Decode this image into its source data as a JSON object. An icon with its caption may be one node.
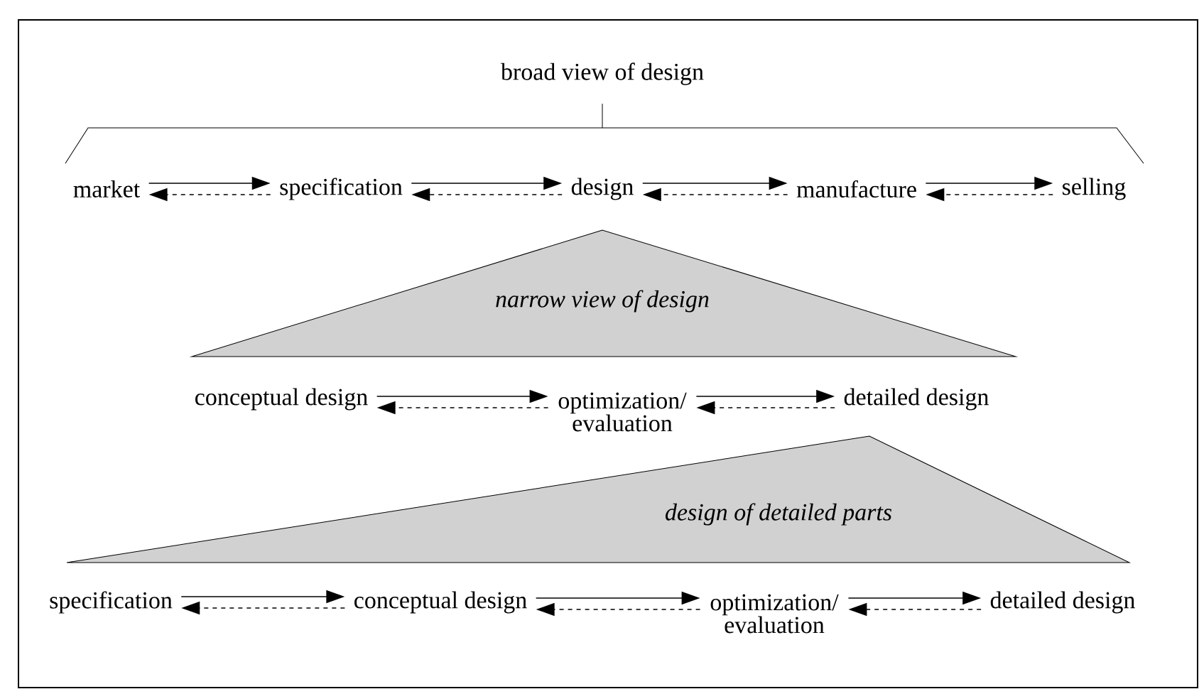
{
  "diagram": {
    "nodes": [
      {
        "text": [
          "market"
        ]
      },
      {
        "text": [
          "specification"
        ]
      },
      {
        "text": [
          "design"
        ]
      },
      {
        "text": [
          "manufacture"
        ]
      },
      {
        "text": [
          "selling"
        ]
      },
      {
        "text": [
          "narrow view of design"
        ]
      },
      {
        "text": [
          "conceptual design"
        ]
      },
      {
        "text": [
          "optimization/ evaluation"
        ]
      },
      {
        "text": [
          "detailed design"
        ]
      },
      {
        "text": [
          "design of detailed parts"
        ]
      },
      {
        "text": [
          "specification"
        ]
      },
      {
        "text": [
          "conceptual design"
        ]
      },
      {
        "text": [
          "optimization/ evaluation"
        ]
      },
      {
        "text": [
          "detailed design"
        ]
      }
    ],
    "edges": [
      {
        "from": 0,
        "to": 1,
        "arrow": "to"
      },
      {
        "from": 1,
        "to": 0,
        "arrow": "to",
        "style": "dashed"
      },
      {
        "from": 1,
        "to": 2,
        "arrow": "to"
      },
      {
        "from": 2,
        "to": 1,
        "arrow": "to",
        "style": "dashed"
      },
      {
        "from": 2,
        "to": 3,
        "arrow": "to"
      },
      {
        "from": 3,
        "to": 2,
        "arrow": "to",
        "style": "dashed"
      },
      {
        "from": 3,
        "to": 4,
        "arrow": "to"
      },
      {
        "from": 4,
        "to": 3,
        "arrow": "to",
        "style": "dashed"
      },
      {
        "from": 6,
        "to": 7,
        "arrow": "to"
      },
      {
        "from": 7,
        "to": 6,
        "arrow": "to",
        "style": "dashed"
      },
      {
        "from": 7,
        "to": 8,
        "arrow": "to"
      },
      {
        "from": 8,
        "to": 7,
        "arrow": "to",
        "style": "dashed"
      },
      {
        "from": 10,
        "to": 11,
        "arrow": "to"
      },
      {
        "from": 11,
        "to": 10,
        "arrow": "to",
        "style": "dashed"
      },
      {
        "from": 11,
        "to": 12,
        "arrow": "to"
      },
      {
        "from": 12,
        "to": 11,
        "arrow": "to",
        "style": "dashed"
      },
      {
        "from": 12,
        "to": 13,
        "arrow": "to"
      },
      {
        "from": 13,
        "to": 12,
        "arrow": "to",
        "style": "dashed"
      }
    ],
    "labels": [
      "broad view of design"
    ]
  }
}
